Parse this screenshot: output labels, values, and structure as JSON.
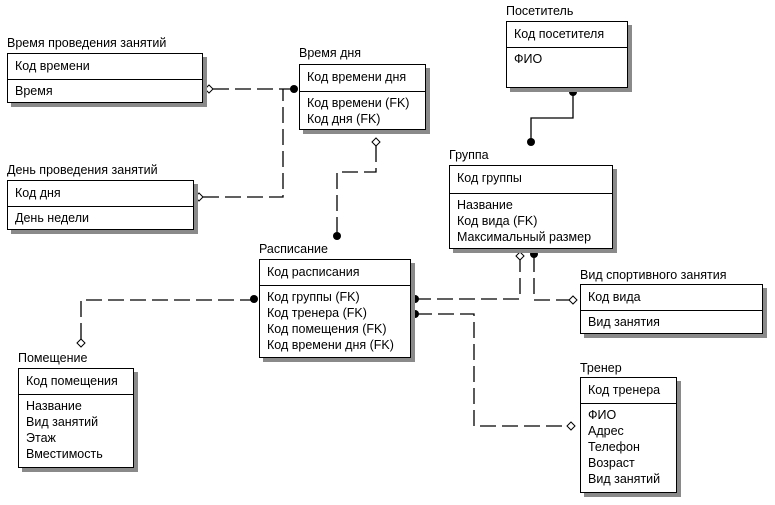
{
  "diagram": {
    "type": "ER diagram (IDEF1X notation)",
    "entities": [
      {
        "id": "vremya_provedeniya",
        "title": "Время проведения занятий",
        "pk": [
          "Код времени"
        ],
        "attributes": [
          "Время"
        ]
      },
      {
        "id": "vremya_dnya",
        "title": "Время дня",
        "pk": [
          "Код времени дня"
        ],
        "attributes": [
          "Код времени (FK)",
          "Код дня (FK)"
        ]
      },
      {
        "id": "posetitel",
        "title": "Посетитель",
        "pk": [
          "Код посетителя"
        ],
        "attributes": [
          "ФИО"
        ]
      },
      {
        "id": "den_provedeniya",
        "title": "День проведения занятий",
        "pk": [
          "Код дня"
        ],
        "attributes": [
          "День недели"
        ]
      },
      {
        "id": "gruppa",
        "title": "Группа",
        "pk": [
          "Код группы"
        ],
        "attributes": [
          "Название",
          "Код вида (FK)",
          "Максимальный размер"
        ]
      },
      {
        "id": "raspisanie",
        "title": "Расписание",
        "pk": [
          "Код расписания"
        ],
        "attributes": [
          "Код группы (FK)",
          "Код тренера (FK)",
          "Код помещения (FK)",
          "Код времени дня (FK)"
        ]
      },
      {
        "id": "vid_zanyatiya",
        "title": "Вид спортивного занятия",
        "pk": [
          "Код вида"
        ],
        "attributes": [
          "Вид занятия"
        ]
      },
      {
        "id": "pomeshchenie",
        "title": "Помещение",
        "pk": [
          "Код помещения"
        ],
        "attributes": [
          "Название",
          "Вид занятий",
          "Этаж",
          "Вместимость"
        ]
      },
      {
        "id": "trener",
        "title": "Тренер",
        "pk": [
          "Код тренера"
        ],
        "attributes": [
          "ФИО",
          "Адрес",
          "Телефон",
          "Возраст",
          "Вид занятий"
        ]
      }
    ],
    "relationships": [
      {
        "from": "vremya_provedeniya",
        "to": "vremya_dnya",
        "style": "dashed",
        "from_end": "diamond",
        "to_end": "dot"
      },
      {
        "from": "den_provedeniya",
        "to": "vremya_dnya",
        "style": "dashed",
        "from_end": "diamond",
        "to_end": "dot"
      },
      {
        "from": "vremya_dnya",
        "to": "raspisanie",
        "style": "dashed",
        "from_end": "diamond",
        "to_end": "dot"
      },
      {
        "from": "posetitel",
        "to": "gruppa",
        "style": "solid",
        "from_end": "dot",
        "to_end": "dot"
      },
      {
        "from": "gruppa",
        "to": "raspisanie",
        "style": "dashed",
        "from_end": "diamond",
        "to_end": "dot"
      },
      {
        "from": "vid_zanyatiya",
        "to": "gruppa",
        "style": "dashed",
        "from_end": "diamond",
        "to_end": "dot"
      },
      {
        "from": "pomeshchenie",
        "to": "raspisanie",
        "style": "dashed",
        "from_end": "diamond",
        "to_end": "dot"
      },
      {
        "from": "trener",
        "to": "raspisanie",
        "style": "dashed",
        "from_end": "diamond",
        "to_end": "dot"
      }
    ]
  }
}
